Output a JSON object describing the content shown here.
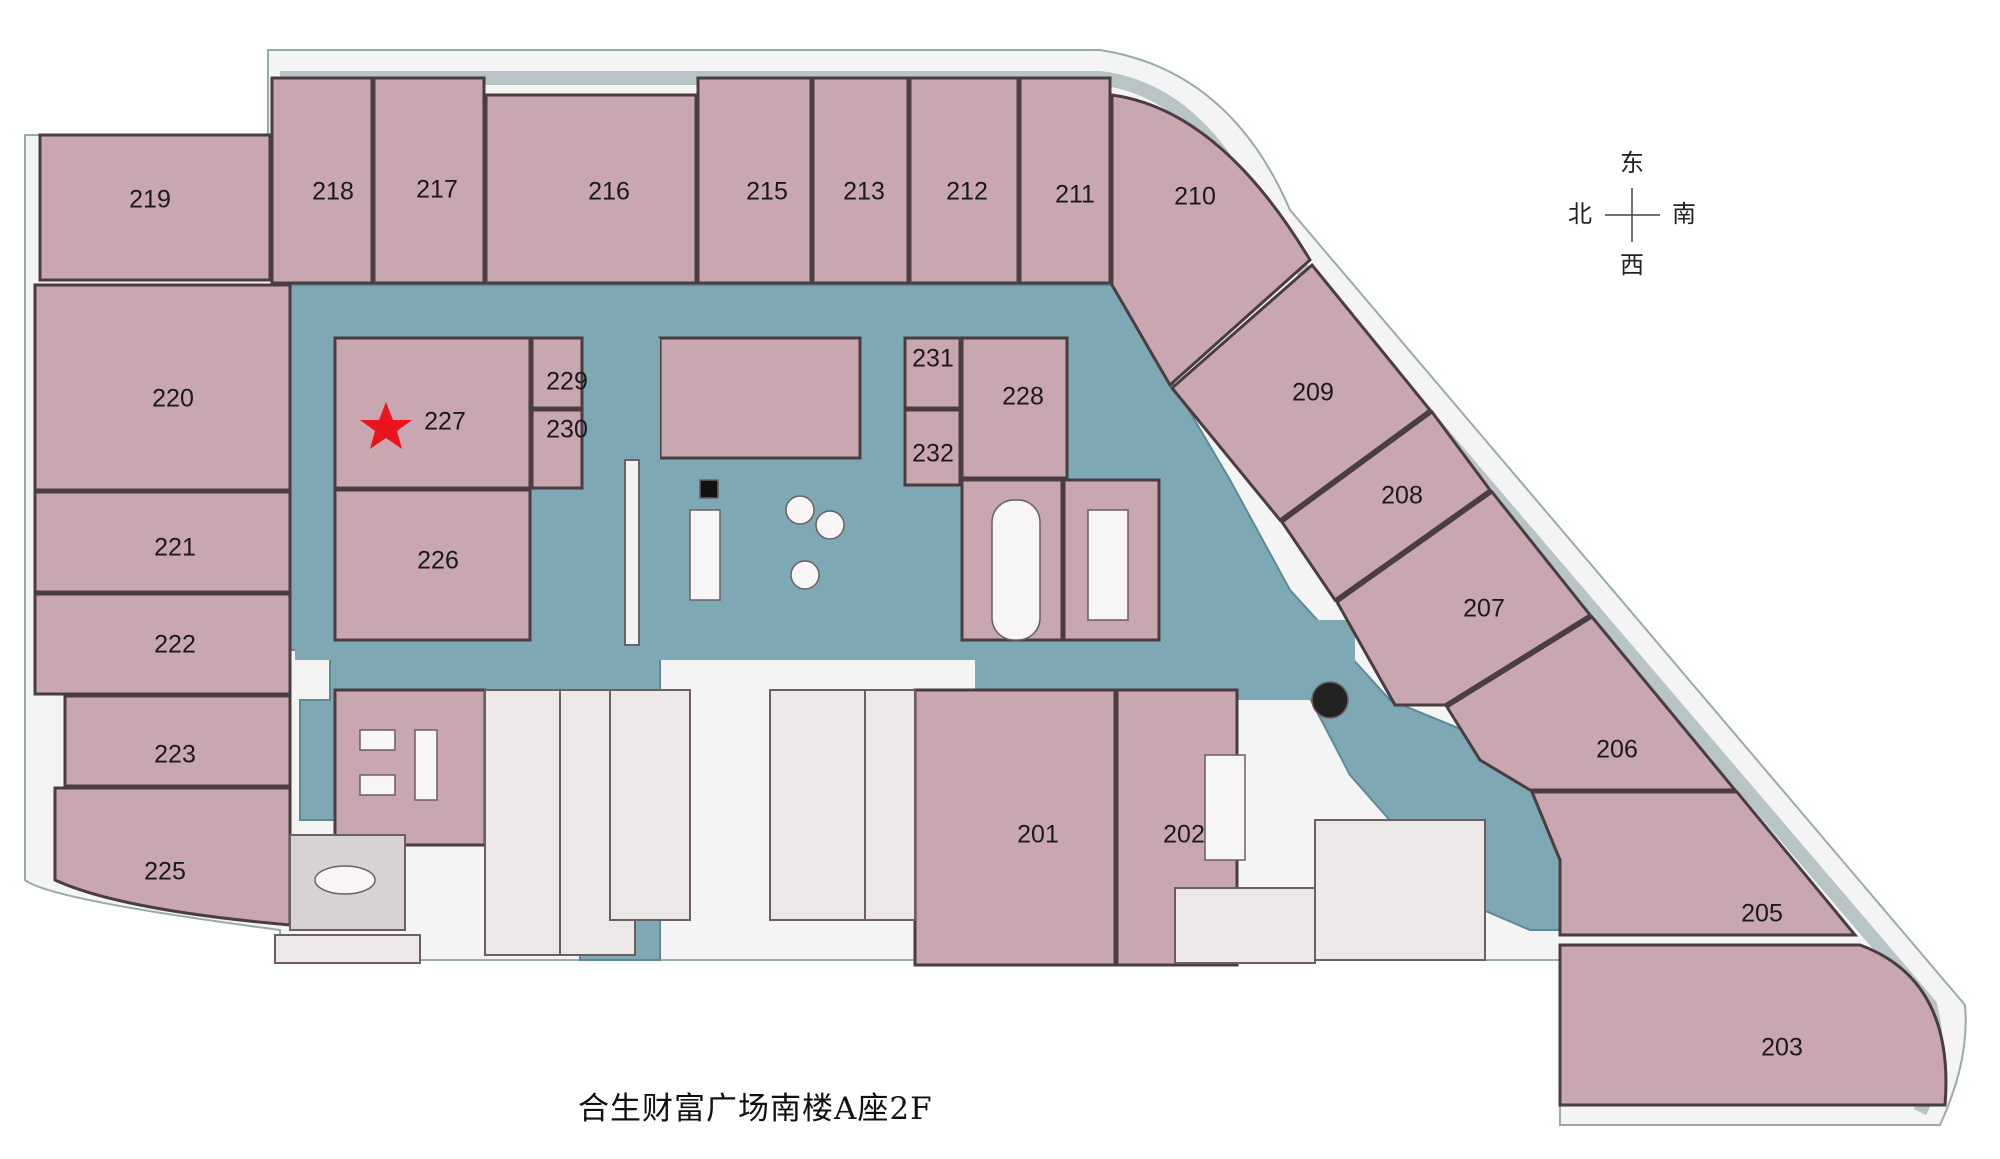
{
  "map": {
    "title": "合生财富广场南楼A座2F",
    "compass": {
      "north": "北",
      "south": "南",
      "east": "东",
      "west": "西"
    },
    "rooms": {
      "r219": "219",
      "r218": "218",
      "r217": "217",
      "r216": "216",
      "r215": "215",
      "r213": "213",
      "r212": "212",
      "r211": "211",
      "r210": "210",
      "r209": "209",
      "r208": "208",
      "r207": "207",
      "r206": "206",
      "r205": "205",
      "r203": "203",
      "r202": "202",
      "r201": "201",
      "r220": "220",
      "r221": "221",
      "r222": "222",
      "r223": "223",
      "r225": "225",
      "r226": "226",
      "r227": "227",
      "r228": "228",
      "r229": "229",
      "r230": "230",
      "r231": "231",
      "r232": "232"
    },
    "highlight": {
      "room": "227",
      "marker": "star-icon",
      "color": "#e8161c"
    },
    "colors": {
      "office": "#c9a7b1",
      "corridor": "#7da8b4",
      "service": "#ece8e7",
      "wall": "#4a3d42"
    }
  }
}
